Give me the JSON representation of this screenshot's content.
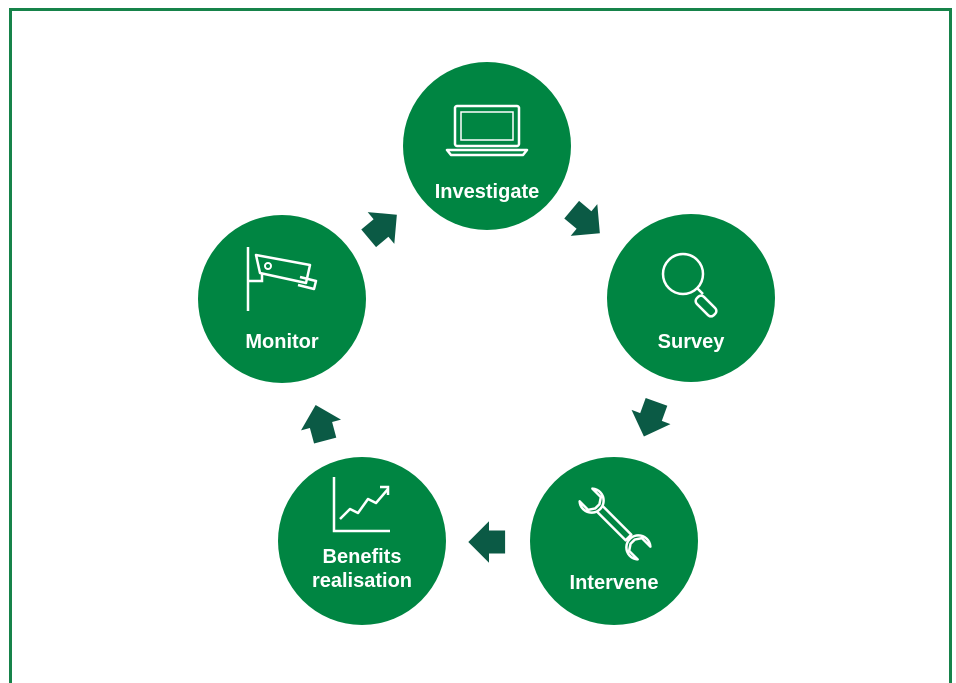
{
  "diagram": {
    "colors": {
      "node_fill": "#008542",
      "arrow_fill": "#0b5a45",
      "frame": "#16834a",
      "text": "#ffffff"
    },
    "steps": [
      {
        "label": "Investigate",
        "icon": "laptop-icon"
      },
      {
        "label": "Survey",
        "icon": "magnifier-icon"
      },
      {
        "label": "Intervene",
        "icon": "wrench-icon"
      },
      {
        "label": "Benefits\nrealisation",
        "label_line1": "Benefits",
        "label_line2": "realisation",
        "icon": "rising-chart-icon"
      },
      {
        "label": "Monitor",
        "icon": "cctv-camera-icon"
      }
    ]
  }
}
